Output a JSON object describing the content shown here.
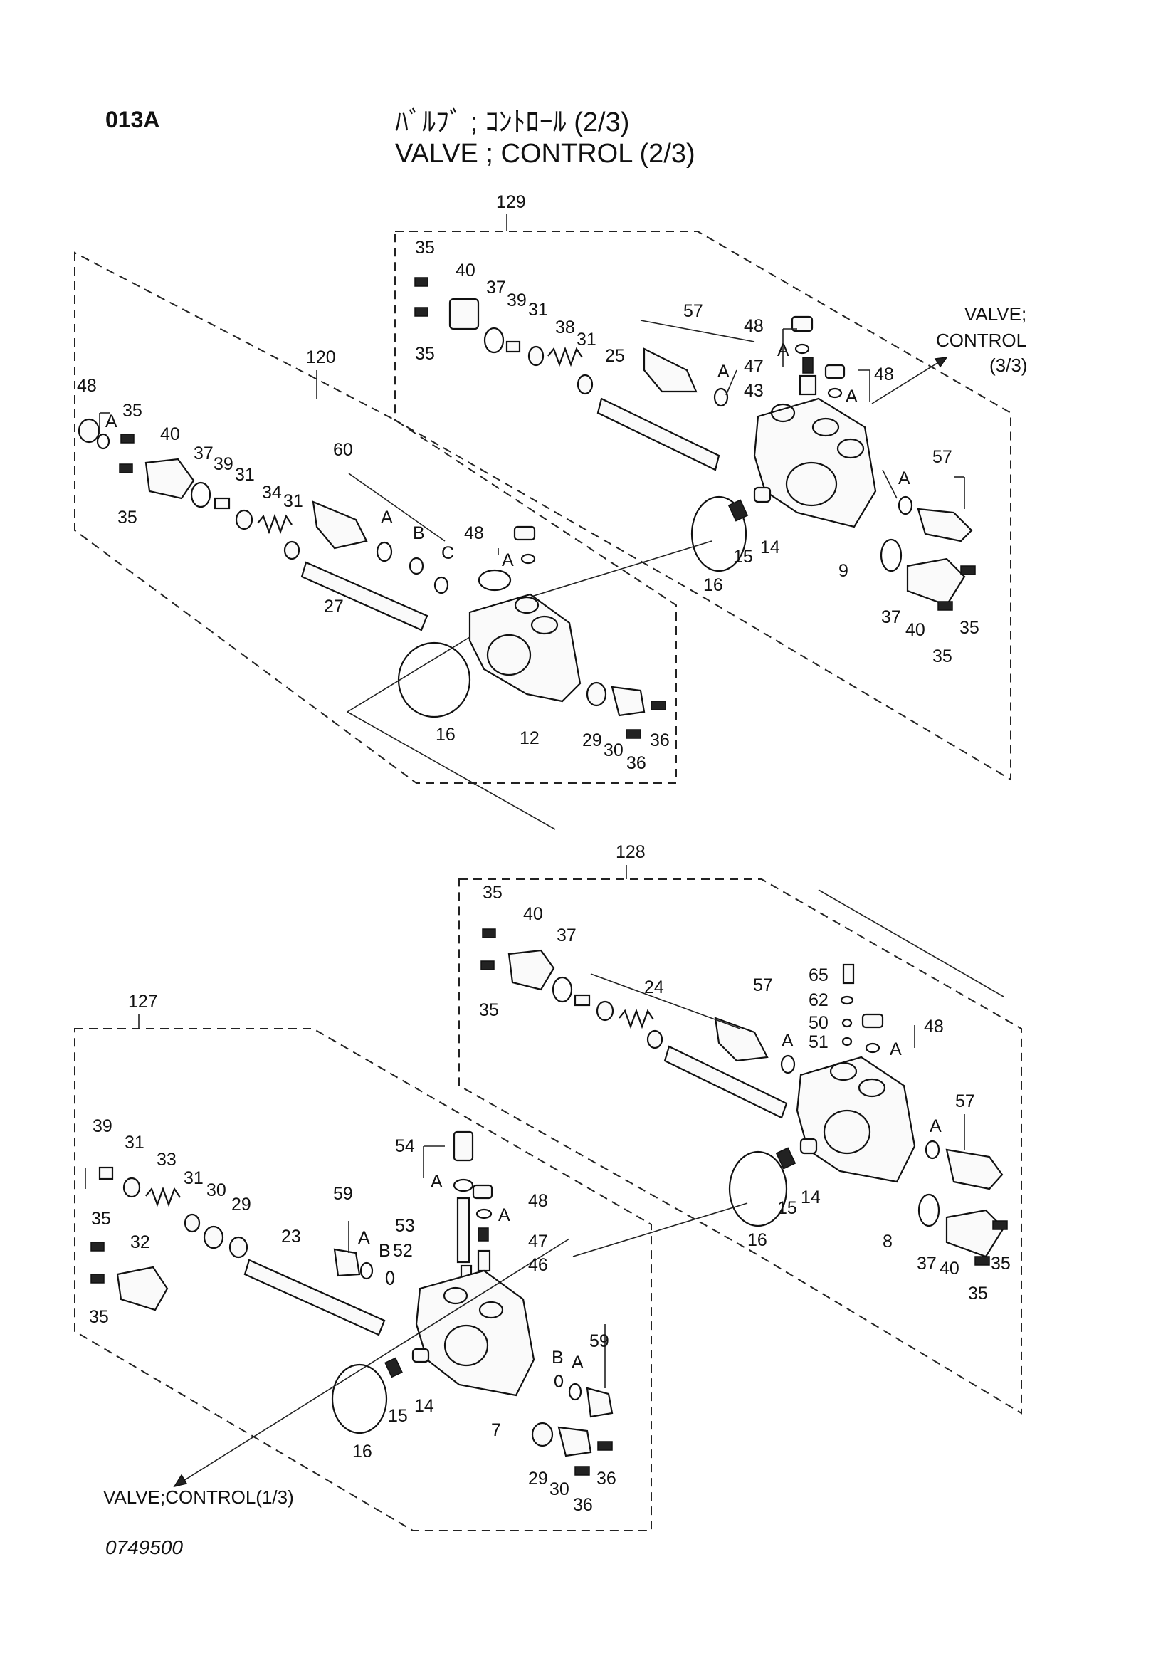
{
  "header": {
    "page_code": "013A",
    "title_jp": "ﾊﾞﾙﾌﾞ ; ｺﾝﾄﾛｰﾙ (2/3)",
    "title_en": "VALVE ; CONTROL (2/3)"
  },
  "footer": {
    "doc_number": "0749500"
  },
  "references": {
    "next_line1": "VALVE;",
    "next_line2": "CONTROL",
    "next_line3": "(3/3)",
    "prev": "VALVE;CONTROL(1/3)"
  },
  "groups": {
    "g129": "129",
    "g120": "120",
    "g128": "128",
    "g127": "127"
  },
  "labels": {
    "p129": [
      "35",
      "40",
      "37",
      "39",
      "31",
      "38",
      "31",
      "25",
      "35",
      "57",
      "48",
      "A",
      "47",
      "43",
      "48",
      "A",
      "A",
      "57",
      "A",
      "15",
      "14",
      "16",
      "9",
      "37",
      "40",
      "35",
      "35"
    ],
    "p120": [
      "48",
      "A",
      "35",
      "40",
      "37",
      "39",
      "31",
      "34",
      "31",
      "35",
      "60",
      "A",
      "B",
      "C",
      "27",
      "48",
      "A",
      "16",
      "12",
      "29",
      "30",
      "36",
      "36"
    ],
    "p128": [
      "35",
      "40",
      "37",
      "35",
      "24",
      "57",
      "A",
      "65",
      "62",
      "50",
      "51",
      "48",
      "A",
      "57",
      "A",
      "15",
      "14",
      "16",
      "8",
      "37",
      "40",
      "35",
      "35"
    ],
    "p127": [
      "39",
      "31",
      "33",
      "31",
      "30",
      "29",
      "35",
      "32",
      "35",
      "23",
      "59",
      "A",
      "B",
      "52",
      "54",
      "A",
      "53",
      "48",
      "A",
      "47",
      "46",
      "15",
      "14",
      "16",
      "7",
      "B",
      "A",
      "59",
      "29",
      "30",
      "36",
      "36"
    ]
  }
}
